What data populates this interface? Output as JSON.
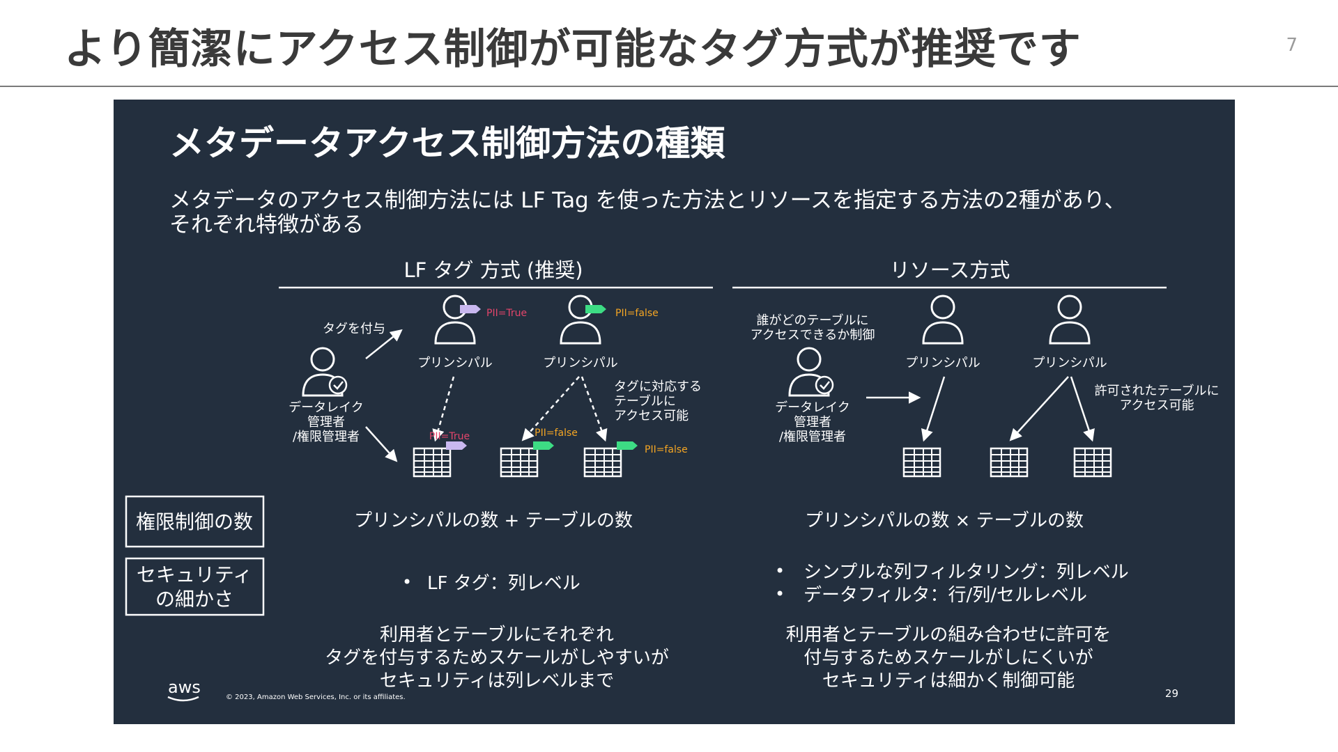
{
  "header": {
    "title": "より簡潔にアクセス制御が可能なタグ方式が推奨です",
    "page_number": "7"
  },
  "slide": {
    "title": "メタデータアクセス制御方法の種類",
    "intro_line1": "メタデータのアクセス制御方法には LF Tag を使った方法とリソースを指定する方法の2種があり、",
    "intro_line2": "それぞれ特徴がある",
    "lf": {
      "heading": "LF タグ 方式 (推奨)",
      "assign_label": "タグを付与",
      "admin_label_1": "データレイク",
      "admin_label_2": "管理者",
      "admin_label_3": "/権限管理者",
      "principal_label": "プリンシパル",
      "tag_true": "PII=True",
      "tag_false": "PII=false",
      "access_note_1": "タグに対応する",
      "access_note_2": "テーブルに",
      "access_note_3": "アクセス可能",
      "count": "プリンシパルの数 + テーブルの数",
      "granularity": "LF タグ：列レベル",
      "summary_1": "利用者とテーブルにそれぞれ",
      "summary_2": "タグを付与するためスケールがしやすいが",
      "summary_3": "セキュリティは列レベルまで"
    },
    "resource": {
      "heading": "リソース方式",
      "control_note_1": "誰がどのテーブルに",
      "control_note_2": "アクセスできるか制御",
      "admin_label_1": "データレイク",
      "admin_label_2": "管理者",
      "admin_label_3": "/権限管理者",
      "principal_label": "プリンシパル",
      "access_note_1": "許可されたテーブルに",
      "access_note_2": "アクセス可能",
      "count": "プリンシパルの数 × テーブルの数",
      "granularity_1": "シンプルな列フィルタリング：列レベル",
      "granularity_2": "データフィルタ：行/列/セルレベル",
      "summary_1": "利用者とテーブルの組み合わせに許可を",
      "summary_2": "付与するためスケールがしにくいが",
      "summary_3": "セキュリティは細かく制御可能"
    },
    "row_labels": {
      "count": "権限制御の数",
      "granularity_1": "セキュリティ",
      "granularity_2": "の細かさ"
    },
    "footer": {
      "logo": "aws",
      "copyright": "© 2023, Amazon Web Services, Inc. or its affiliates.",
      "slide_number": "29"
    },
    "colors": {
      "background": "#232f3e",
      "tag_purple": "#c9b8f0",
      "tag_green": "#3ddc84",
      "tag_true_text": "#e4456b",
      "tag_false_text": "#f5a623"
    },
    "icons": [
      "user-check-icon",
      "user-icon",
      "table-icon",
      "tag-icon",
      "arrow-icon"
    ]
  }
}
